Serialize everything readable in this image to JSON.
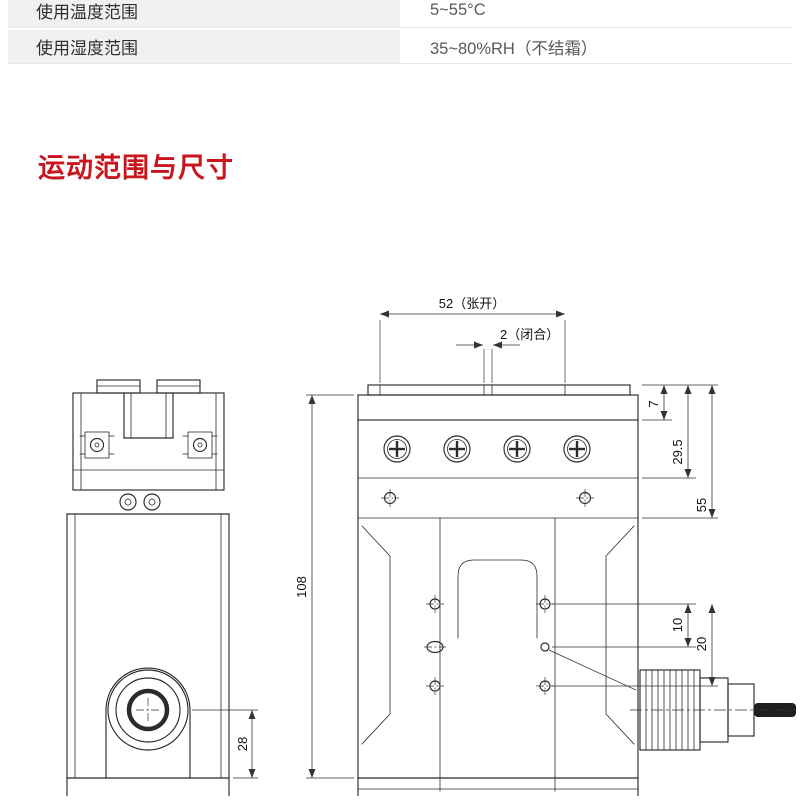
{
  "table": {
    "rows": [
      {
        "label": "使用温度范围",
        "value": "5~55°C"
      },
      {
        "label": "使用湿度范围",
        "value": "35~80%RH（不结霜）"
      }
    ]
  },
  "section": {
    "title": "运动范围与尺寸"
  },
  "drawing": {
    "dims": {
      "jaw_open": "52（张开）",
      "jaw_closed": "2（闭合）",
      "plate_thickness": "7",
      "dim_29_5": "29.5",
      "dim_55": "55",
      "overall_height": "108",
      "hole_pitch_10": "10",
      "hole_pitch_20": "20",
      "bottom_offset_28": "28"
    },
    "colors": {
      "accent_red": "#c8161f",
      "line": "#2b2b2b"
    }
  }
}
